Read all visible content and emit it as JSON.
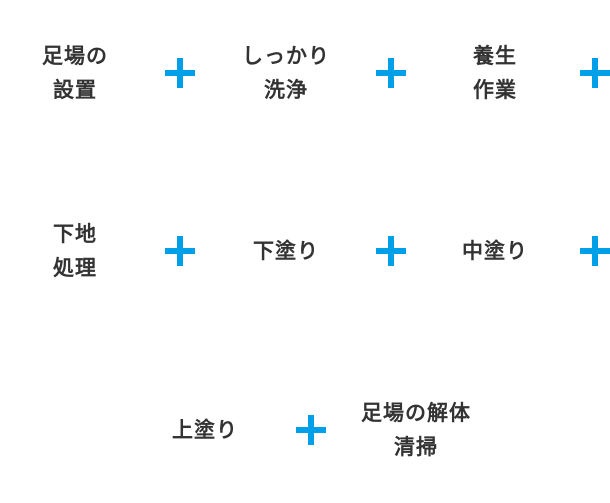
{
  "steps": [
    {
      "label": "足場の\n設置"
    },
    {
      "label": "しっかり\n洗浄"
    },
    {
      "label": "養生\n作業"
    },
    {
      "label": "下地\n処理"
    },
    {
      "label": "下塗り"
    },
    {
      "label": "中塗り"
    },
    {
      "label": "上塗り"
    },
    {
      "label": "足場の解体\n清掃"
    }
  ],
  "colors": {
    "plus": "#00a0e9",
    "text": "#333333"
  },
  "icons": {
    "separator": "plus-icon"
  }
}
